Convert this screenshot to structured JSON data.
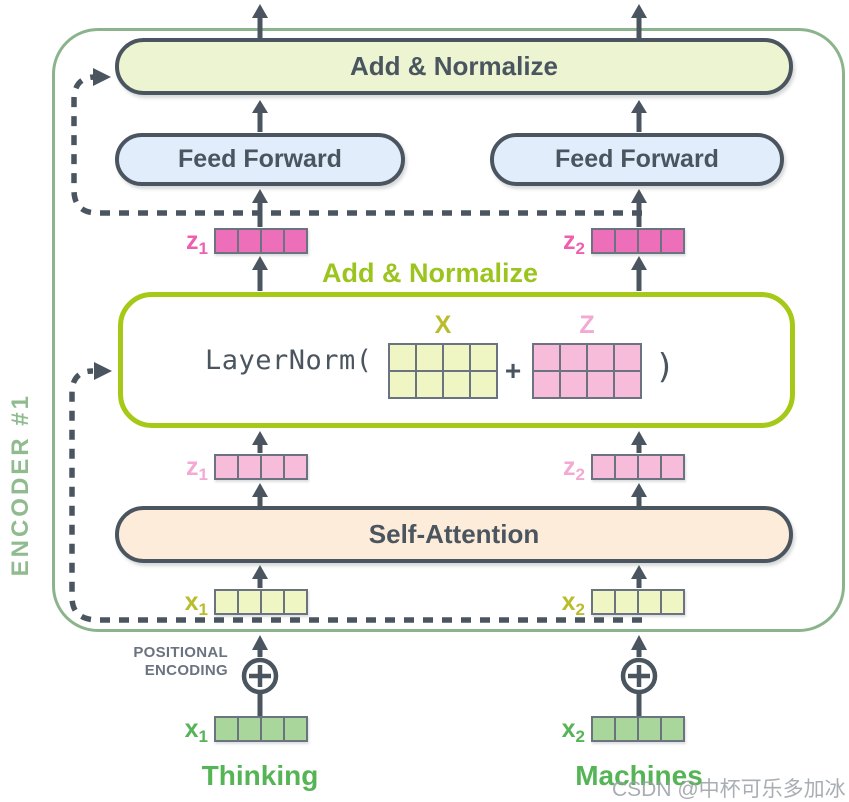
{
  "colors": {
    "slate": "#4a5560",
    "frame-green": "#8cb48c",
    "encoder-green": "#8fbb8f",
    "addnorm-bg": "#edf4d2",
    "ff-bg": "#e2edfb",
    "attn-bg": "#fdecd9",
    "lnbox-border": "#a5c916",
    "lime-text": "#9cc41e",
    "magenta-cell": "#ed6eb9",
    "magenta-text": "#ee5fb0",
    "pink-cell": "#f6bcd9",
    "pink-text": "#f3a9d2",
    "yellow-cell": "#eff5c3",
    "olive-text": "#b9bd2b",
    "green-cell": "#a9d69b",
    "green-text": "#55b455",
    "gray-text": "#6b7280",
    "gridline": "#6b7280",
    "watermark": "#9aa0a6"
  },
  "encoder": {
    "label": "ENCODER #1"
  },
  "blocks": {
    "add_normalize_top": "Add & Normalize",
    "feed_forward_left": "Feed Forward",
    "feed_forward_right": "Feed Forward",
    "self_attention": "Self-Attention"
  },
  "layernorm_box": {
    "title": "Add & Normalize",
    "func": "LayerNorm(",
    "x_label": "X",
    "plus": "+",
    "z_label": "Z",
    "close_paren": ")",
    "matrix_rows": 2,
    "matrix_cols": 4
  },
  "vectors": {
    "cells_per_vector": 4,
    "z1_top": {
      "base": "z",
      "sub": "1"
    },
    "z2_top": {
      "base": "z",
      "sub": "2"
    },
    "z1_mid": {
      "base": "z",
      "sub": "1"
    },
    "z2_mid": {
      "base": "z",
      "sub": "2"
    },
    "x1_emb": {
      "base": "x",
      "sub": "1"
    },
    "x2_emb": {
      "base": "x",
      "sub": "2"
    },
    "x1_input": {
      "base": "x",
      "sub": "1"
    },
    "x2_input": {
      "base": "x",
      "sub": "2"
    }
  },
  "positional_encoding": {
    "line1": "POSITIONAL",
    "line2": "ENCODING"
  },
  "tokens": {
    "left": "Thinking",
    "right": "Machines"
  },
  "watermark": "CSDN @中杯可乐多加冰"
}
